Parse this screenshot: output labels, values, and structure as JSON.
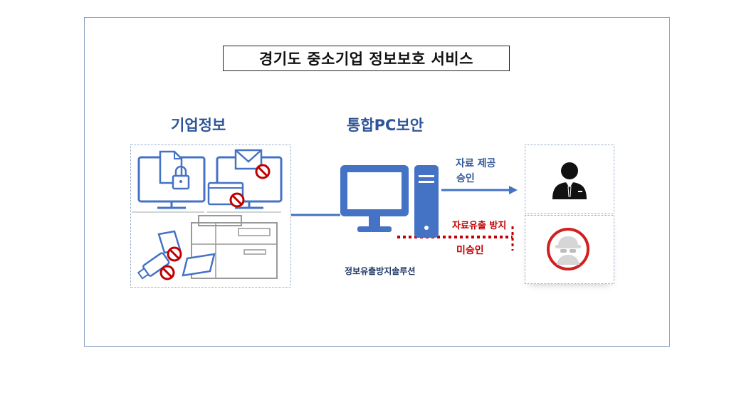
{
  "title": "경기도 중소기업 정보보호 서비스",
  "labels": {
    "company_info": "기업정보",
    "integrated_pc_security": "통합PC보안",
    "dlp_solution": "정보유출방지솔루션"
  },
  "flows": {
    "approved_line1": "자료 제공",
    "approved_line2": "승인",
    "blocked_line1": "자료유출 방지",
    "blocked_line2": "미승인"
  },
  "colors": {
    "accent_blue": "#4472c4",
    "title_blue": "#2f5597",
    "block_red": "#c00000"
  },
  "icons": [
    "document-lock-icon",
    "mail-block-icon",
    "printer-icon",
    "usb-block-icon",
    "desktop-pc-icon",
    "authorized-user-icon",
    "hacker-icon"
  ]
}
